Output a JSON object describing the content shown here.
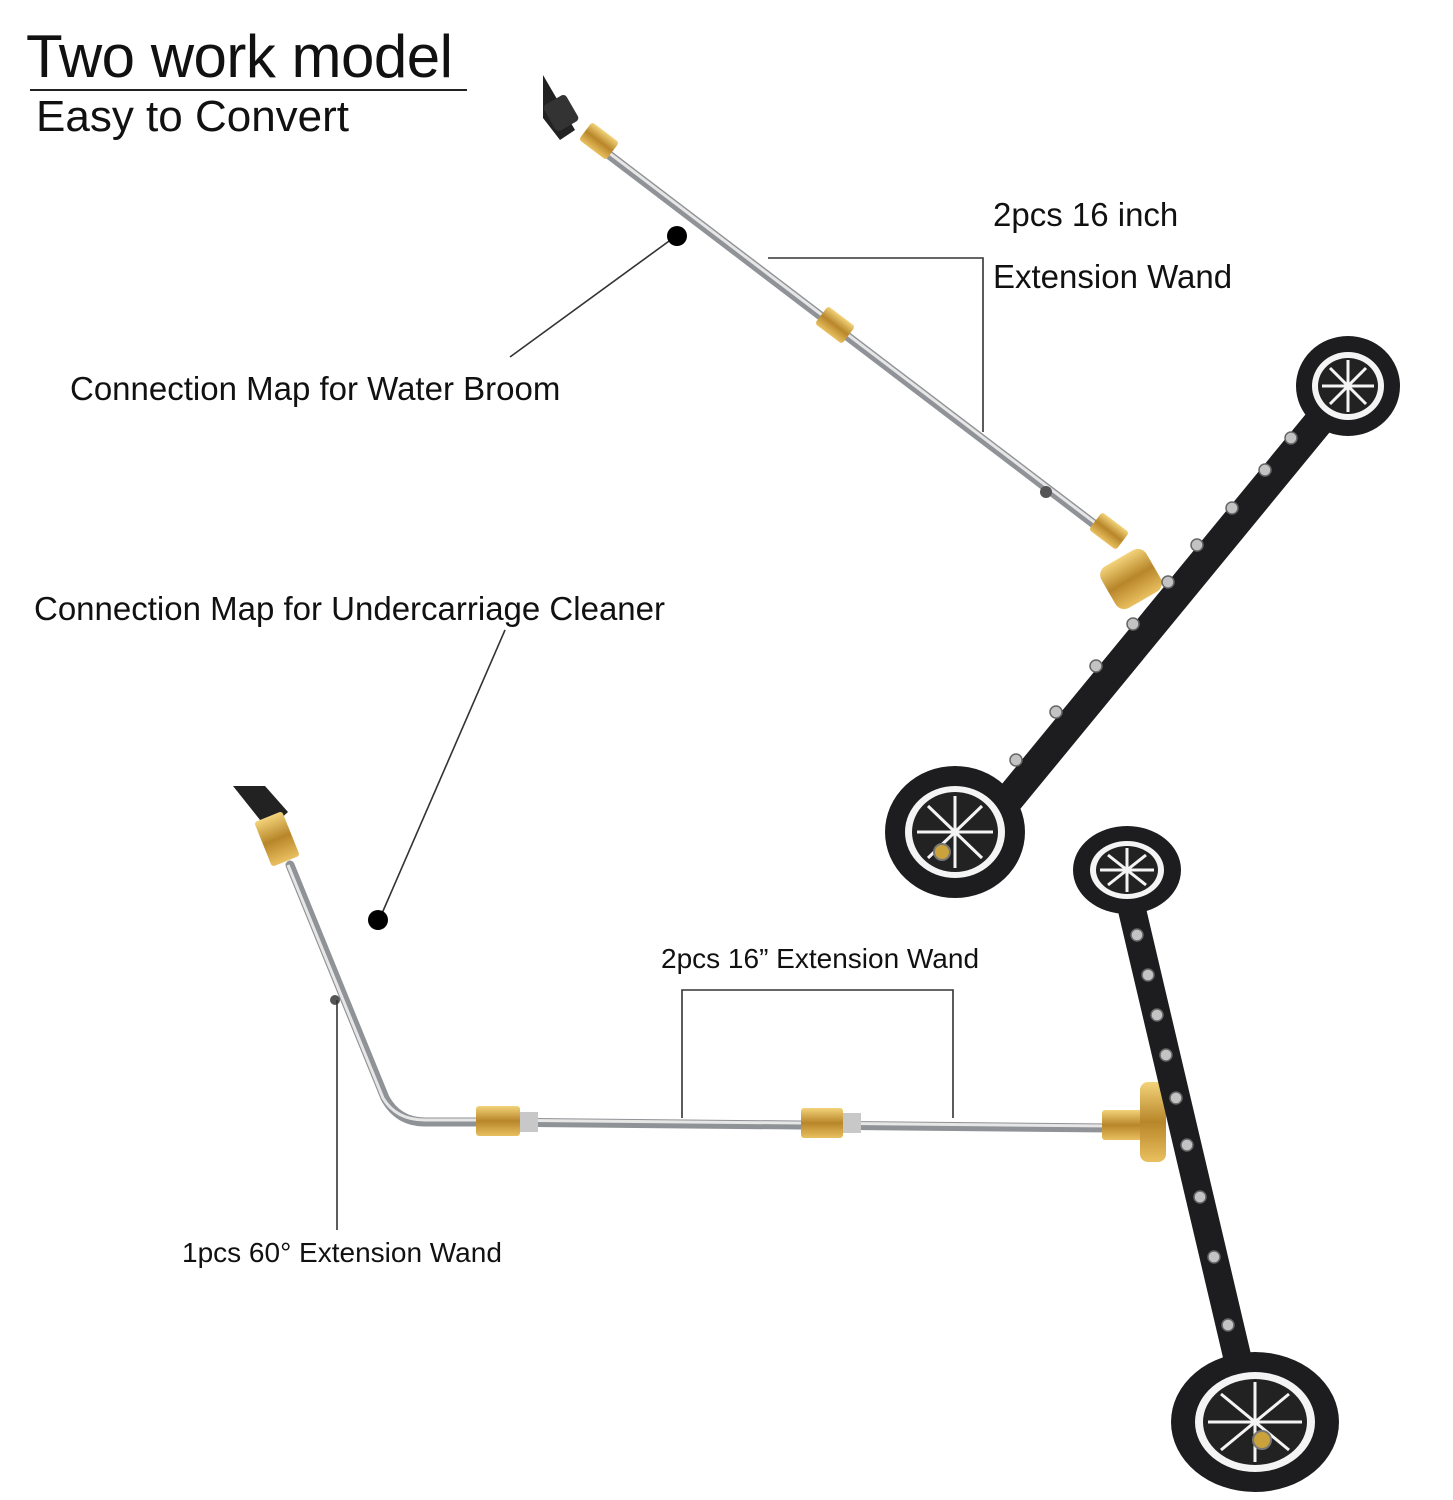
{
  "header": {
    "title": "Two work model",
    "subtitle": "Easy to Convert"
  },
  "labels": {
    "wand_top_line1": "2pcs 16 inch",
    "wand_top_line2": "Extension Wand",
    "water_broom": "Connection Map for Water Broom",
    "undercarriage": "Connection Map for Undercarriage Cleaner",
    "wand_bottom": "2pcs 16” Extension Wand",
    "angle_wand": "1pcs 60° Extension Wand"
  },
  "colors": {
    "brass": "#c9a23c",
    "steel": "#b9bcc0",
    "body": "#1d1d1f",
    "nozzle": "#b8b8b8",
    "leader": "#333333"
  }
}
